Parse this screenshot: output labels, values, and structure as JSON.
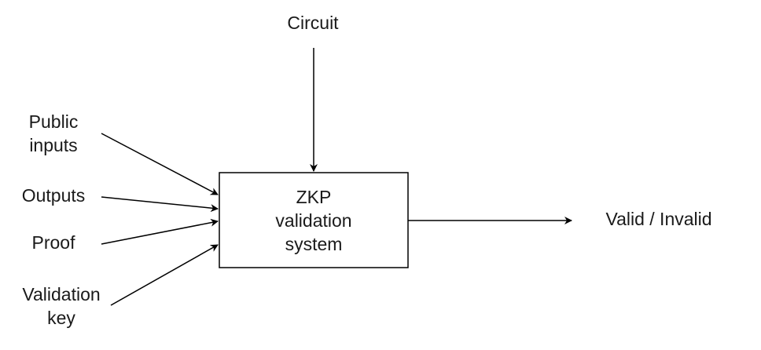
{
  "diagram": {
    "center_box": {
      "lines": [
        "ZKP",
        "validation",
        "system"
      ]
    },
    "top_input": {
      "label": "Circuit"
    },
    "left_inputs": [
      {
        "lines": [
          "Public",
          "inputs"
        ]
      },
      {
        "lines": [
          "Outputs"
        ]
      },
      {
        "lines": [
          "Proof"
        ]
      },
      {
        "lines": [
          "Validation",
          "key"
        ]
      }
    ],
    "output": {
      "label": "Valid / Invalid"
    },
    "colors": {
      "stroke": "#000000",
      "text": "#1a1a1a",
      "background": "#ffffff"
    }
  }
}
